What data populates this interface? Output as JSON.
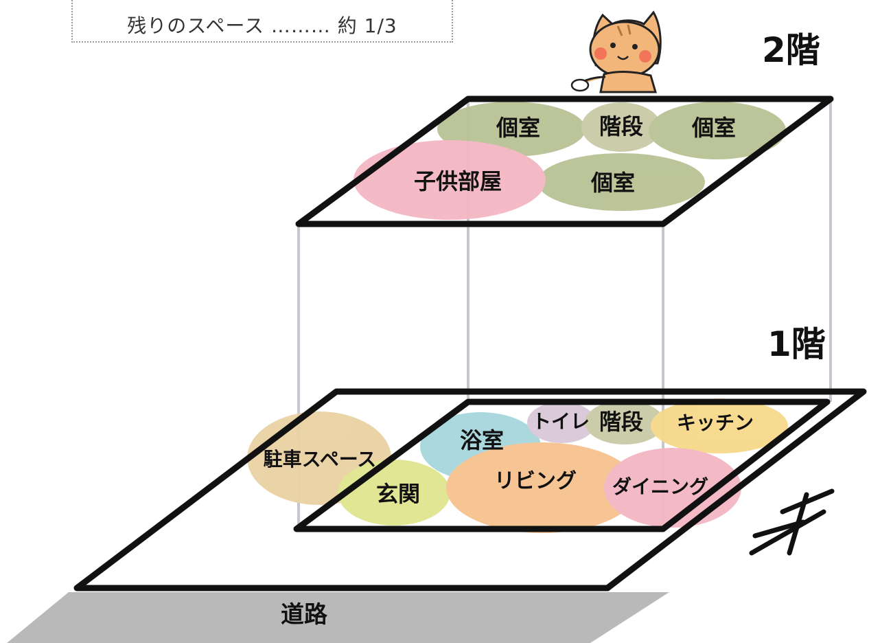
{
  "note": {
    "text": "残りのスペース ……… 約 1/3"
  },
  "floors": {
    "second": {
      "label": "2階"
    },
    "first": {
      "label": "1階"
    }
  },
  "rooms_2f": {
    "room_a": "個室",
    "stairs": "階段",
    "room_b": "個室",
    "kids_room": "子供部屋",
    "room_c": "個室"
  },
  "rooms_1f": {
    "toilet": "トイレ",
    "stairs": "階段",
    "kitchen": "キッチン",
    "bath": "浴室",
    "parking": "駐車スペース",
    "entrance": "玄関",
    "living": "リビング",
    "dining": "ダイニング"
  },
  "road": {
    "label": "道路"
  },
  "colors": {
    "green": "#b9c294",
    "pink": "#f3b7c3",
    "cyan": "#a6d6dc",
    "orange": "#f7c28f",
    "yellow": "#f5d98a",
    "lime": "#dfe58e",
    "tan": "#e9d2a3",
    "lavender": "#d9c8d9",
    "road_gray": "#b9b9b9",
    "highlight": "#fff200"
  }
}
